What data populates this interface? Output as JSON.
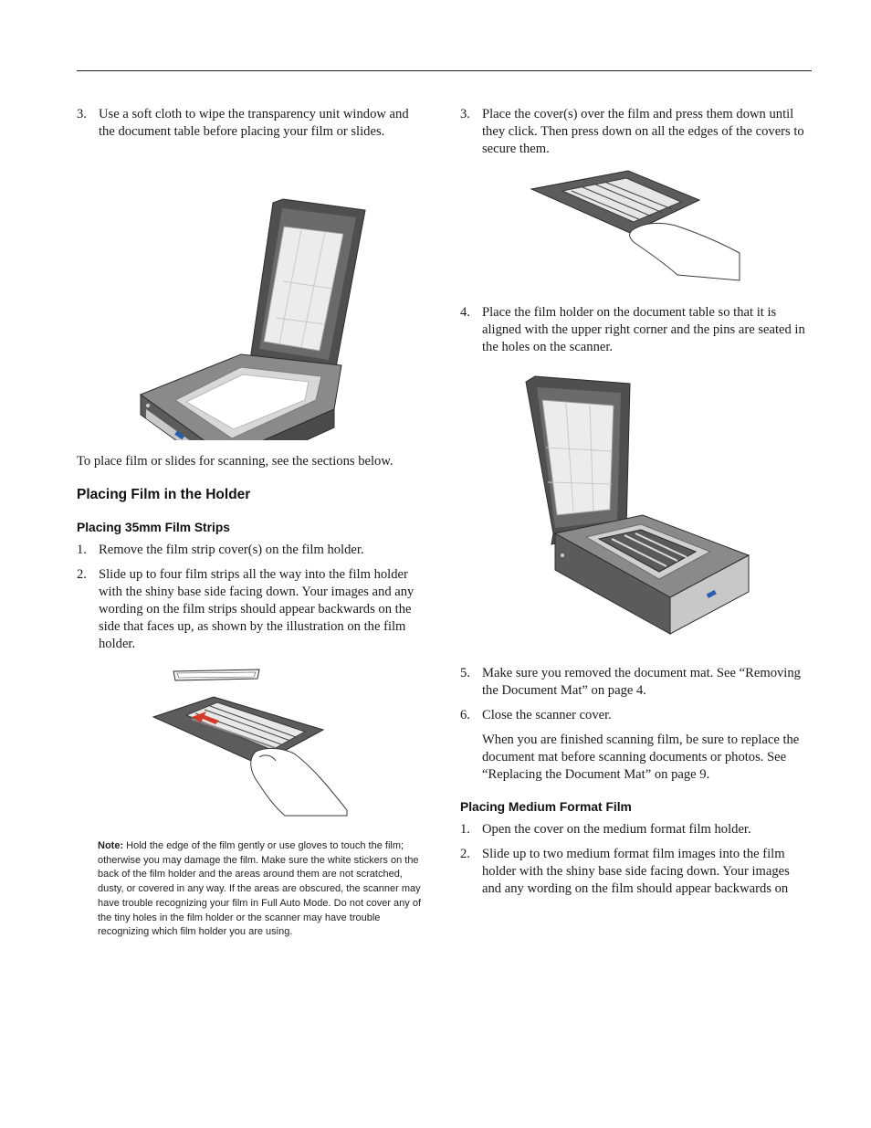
{
  "left": {
    "step3": {
      "num": "3.",
      "text": "Use a soft cloth to wipe the transparency unit window and the document table before placing your film or slides."
    },
    "intro": "To place film or slides for scanning, see the sections below.",
    "heading_holder": "Placing Film in the Holder",
    "heading_35mm": "Placing 35mm Film Strips",
    "s1": {
      "num": "1.",
      "text": "Remove the film strip cover(s) on the film holder."
    },
    "s2": {
      "num": "2.",
      "text": "Slide up to four film strips all the way into the film holder with the shiny base side facing down. Your images and any wording on the film strips should appear backwards on the side that faces up, as shown by the illustration on the film holder."
    },
    "note_label": "Note:",
    "note_text": " Hold the edge of the film gently or use gloves to touch the film; otherwise you may damage the film. Make sure the white stickers on the back of the film holder and the areas around them are not scratched, dusty, or covered in any way. If the areas are obscured, the scanner may have trouble recognizing your film in Full Auto Mode. Do not cover any of the tiny holes in the film holder or the scanner may have trouble recognizing which film holder you are using."
  },
  "right": {
    "s3": {
      "num": "3.",
      "text": "Place the cover(s) over the film and press them down until they click. Then press down on all the edges of the covers to secure them."
    },
    "s4": {
      "num": "4.",
      "text": "Place the film holder on the document table so that it is aligned with the upper right corner and the pins are seated in the holes on the scanner."
    },
    "s5": {
      "num": "5.",
      "text": "Make sure you removed the document mat. See “Removing the Document Mat” on page 4."
    },
    "s6": {
      "num": "6.",
      "text": "Close the scanner cover."
    },
    "after6": "When you are finished scanning film, be sure to replace the document mat before scanning documents or photos. See “Replacing the Document Mat” on page 9.",
    "heading_medium": "Placing Medium Format Film",
    "m1": {
      "num": "1.",
      "text": "Open the cover on the medium format film holder."
    },
    "m2": {
      "num": "2.",
      "text": "Slide up to two medium format film images into the film holder with the shiny base side facing down. Your images and any wording on the film should appear backwards on"
    }
  },
  "colors": {
    "scanner_body": "#6b6b6b",
    "scanner_dark": "#4a4a4a",
    "lid_glass": "#e6e6e6",
    "arrow": "#d23a2a",
    "badge": "#2b5fae"
  }
}
